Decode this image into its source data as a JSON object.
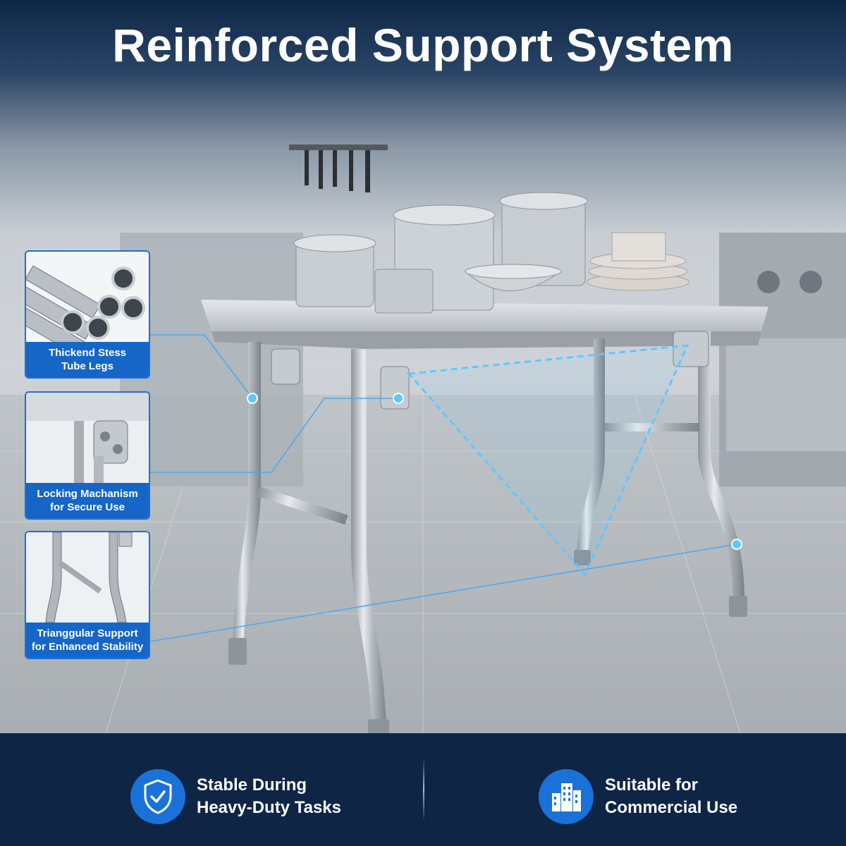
{
  "header": {
    "title": "Reinforced Support System"
  },
  "callouts": [
    {
      "line1": "Thickend Stess",
      "line2": "Tube Legs",
      "icon": "steel-tubes-icon"
    },
    {
      "line1": "Locking Machanism",
      "line2": "for Secure Use",
      "icon": "locking-hinge-icon"
    },
    {
      "line1": "Trianggular Support",
      "line2": "for Enhanced Stability",
      "icon": "triangular-brace-icon"
    }
  ],
  "features": [
    {
      "line1": "Stable During",
      "line2": "Heavy-Duty Tasks",
      "icon": "shield-check-icon"
    },
    {
      "line1": "Suitable for",
      "line2": "Commercial Use",
      "icon": "buildings-icon"
    }
  ],
  "colors": {
    "brand_blue": "#1566c6",
    "navy": "#0e2546",
    "accent_line": "#5ec8ff"
  }
}
